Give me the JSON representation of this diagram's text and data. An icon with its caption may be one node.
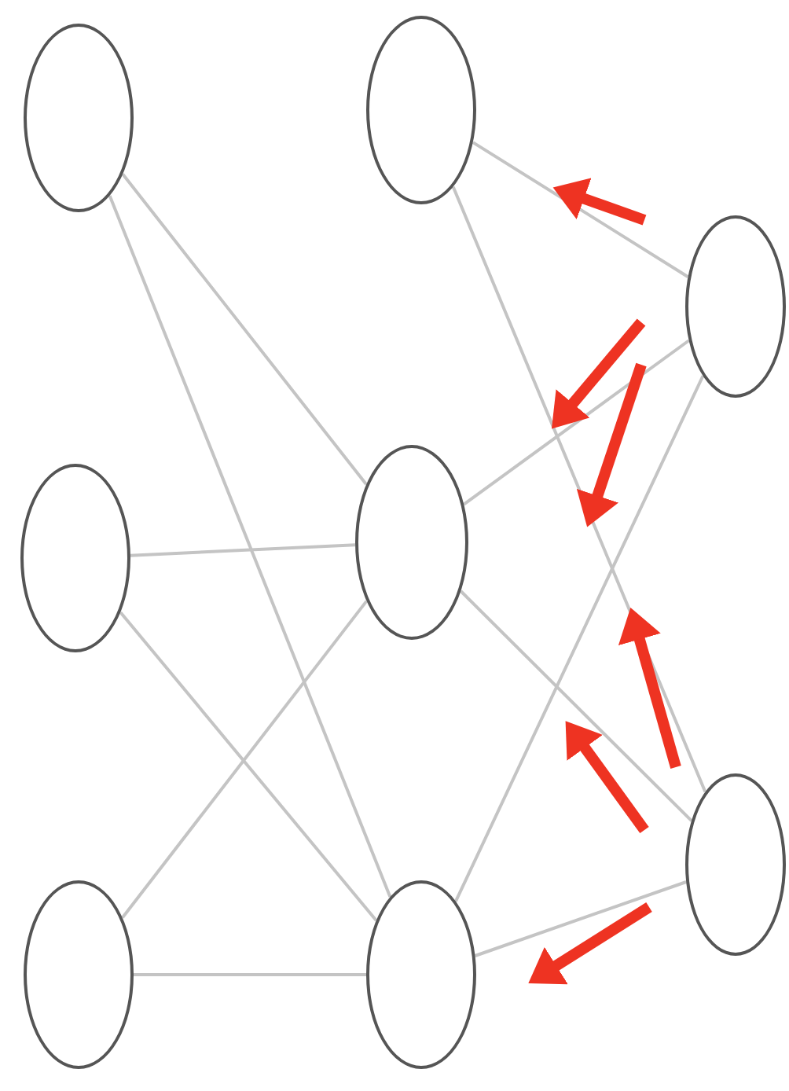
{
  "diagram": {
    "nodes": [
      {
        "text": [],
        "shape": "circle"
      },
      {
        "text": [],
        "shape": "circle"
      },
      {
        "text": [],
        "shape": "circle"
      },
      {
        "text": [],
        "shape": "circle"
      },
      {
        "text": [],
        "shape": "circle"
      },
      {
        "text": [],
        "shape": "circle"
      },
      {
        "text": [],
        "shape": "circle"
      },
      {
        "text": [],
        "shape": "circle"
      }
    ],
    "edges": [
      {
        "from": 0,
        "to": 4,
        "arrow": "none"
      },
      {
        "from": 0,
        "to": 5,
        "arrow": "none"
      },
      {
        "from": 1,
        "to": 4,
        "arrow": "none"
      },
      {
        "from": 1,
        "to": 5,
        "arrow": "none"
      },
      {
        "from": 2,
        "to": 4,
        "arrow": "none"
      },
      {
        "from": 2,
        "to": 5,
        "arrow": "none"
      },
      {
        "from": 3,
        "to": 6,
        "arrow": "none"
      },
      {
        "from": 3,
        "to": 7,
        "arrow": "none"
      },
      {
        "from": 4,
        "to": 6,
        "arrow": "none"
      },
      {
        "from": 4,
        "to": 7,
        "arrow": "none"
      },
      {
        "from": 5,
        "to": 6,
        "arrow": "none"
      },
      {
        "from": 5,
        "to": 7,
        "arrow": "none"
      }
    ]
  }
}
